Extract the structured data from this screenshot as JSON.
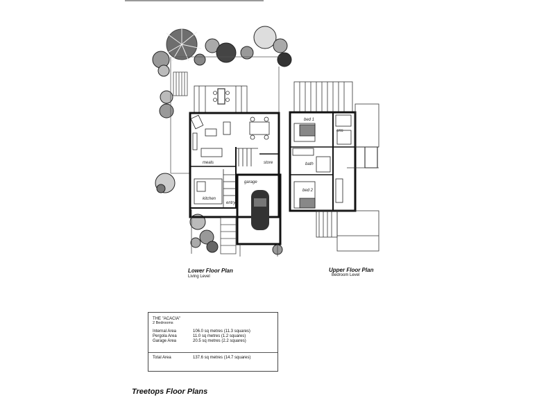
{
  "plan": {
    "rooms": {
      "meals": "meals",
      "kitchen": "kitchen",
      "store": "store",
      "garage": "garage",
      "entry": "entry",
      "bed1": "bed 1",
      "bed2": "bed 2",
      "bath": "bath",
      "ens": "ens"
    }
  },
  "lower": {
    "title": "Lower Floor Plan",
    "subtitle": "Living Level"
  },
  "upper": {
    "title": "Upper Floor Plan",
    "subtitle": "Bedroom Level"
  },
  "areas": {
    "name": "THE \"ACACIA\"",
    "bedrooms": "2 Bedrooms",
    "rows": [
      {
        "label": "Internal Area",
        "value": "106.0 sq metres (11.3 squares)"
      },
      {
        "label": "Pergola Area",
        "value": "11.0 sq metres (1.2 squares)"
      },
      {
        "label": "Garage Area",
        "value": "20.5 sq metres (2.2 squares)"
      }
    ],
    "total": {
      "label": "Total Area",
      "value": "137.6 sq metres (14.7 squares)"
    }
  },
  "footer": {
    "title": "Treetops Floor Plans"
  }
}
